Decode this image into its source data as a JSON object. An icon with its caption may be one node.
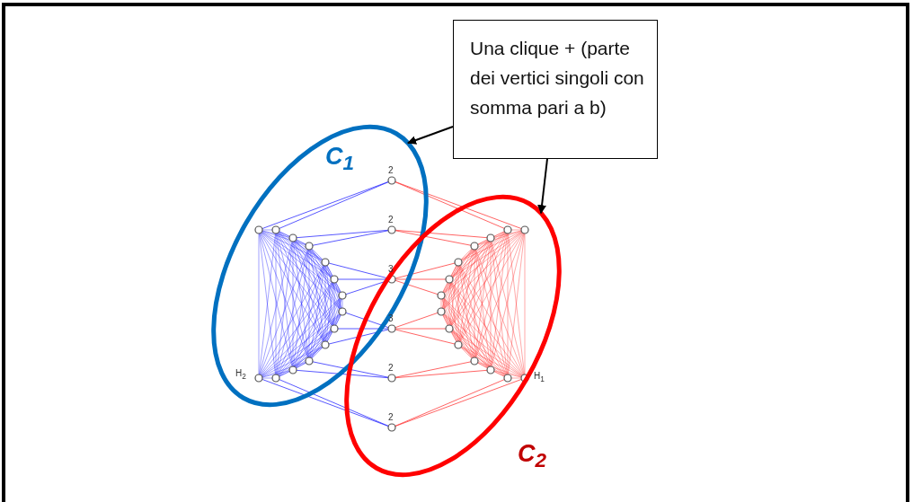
{
  "diagram": {
    "nodes": [
      {
        "text": [
          "Una clique + (parte dei vertici singoli con somma pari a b)"
        ]
      },
      {
        "text": [
          "C$_{1}$"
        ]
      },
      {
        "text": [
          "C$_{2}$"
        ]
      }
    ],
    "edges": [
      {
        "from": 0,
        "to": 1,
        "arrow": "to"
      },
      {
        "from": 0,
        "to": 2,
        "arrow": "to"
      }
    ],
    "labels": [
      "2",
      "2",
      "3",
      "3",
      "2",
      "2",
      "H$_{2}$",
      "H$_{1}$"
    ]
  }
}
